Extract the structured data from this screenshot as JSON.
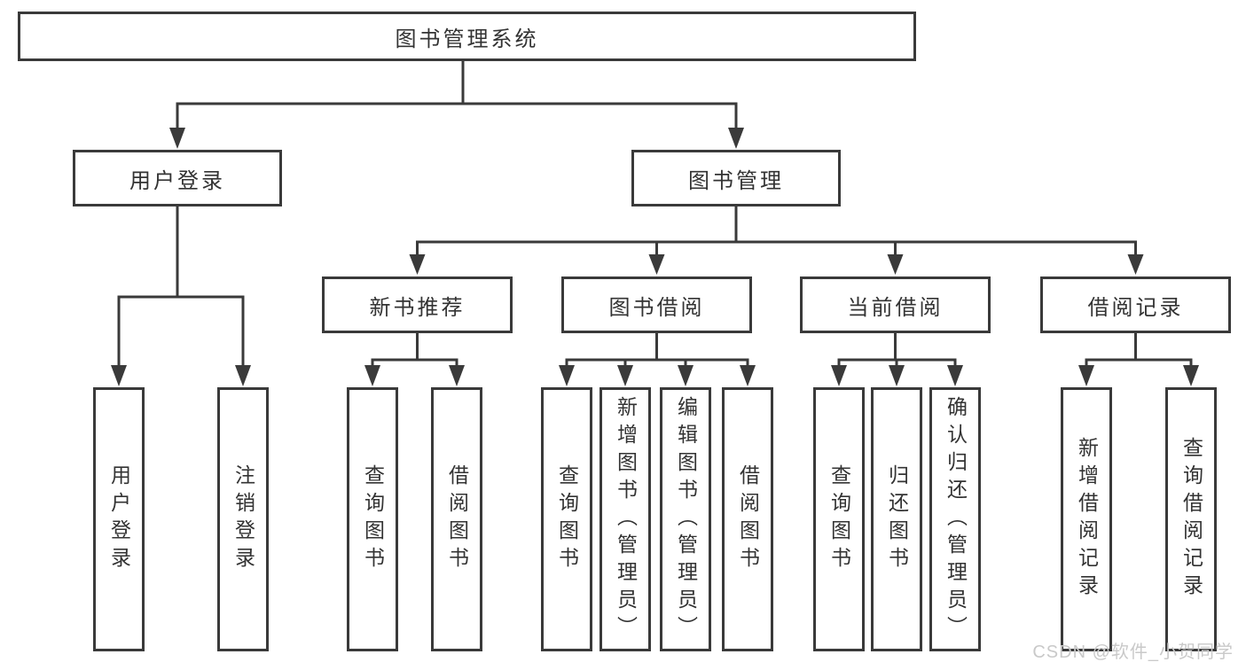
{
  "tree": {
    "root": {
      "label": "图书管理系统",
      "children": [
        {
          "label": "用户登录",
          "leaves": [
            "用户登录",
            "注销登录"
          ]
        },
        {
          "label": "图书管理",
          "children": [
            {
              "label": "新书推荐",
              "leaves": [
                "查询图书",
                "借阅图书"
              ]
            },
            {
              "label": "图书借阅",
              "leaves": [
                "查询图书",
                "新增图书（管理员）",
                "编辑图书（管理员）",
                "借阅图书"
              ]
            },
            {
              "label": "当前借阅",
              "leaves": [
                "查询图书",
                "归还图书",
                "确认归还（管理员）"
              ]
            },
            {
              "label": "借阅记录",
              "leaves": [
                "新增借阅记录",
                "查询借阅记录"
              ]
            }
          ]
        }
      ]
    }
  },
  "watermark": {
    "text": "CSDN @软件_小贺同学",
    "color": "#c9c9c9"
  },
  "colors": {
    "line": "#3a3a3a",
    "text": "#333333",
    "background": "#ffffff"
  }
}
